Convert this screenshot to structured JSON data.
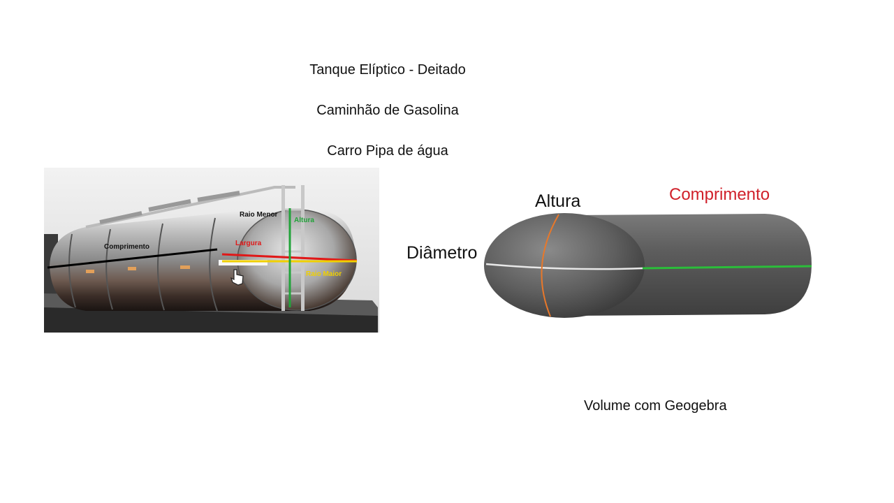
{
  "slide": {
    "title_line1": "Tanque Elíptico -  Deitado",
    "title_line2": "Caminhão de Gasolina",
    "title_line3": "Carro Pipa de água",
    "footer": "Volume com Geogebra"
  },
  "truck_photo": {
    "labels": {
      "comprimento": "Comprimento",
      "raio_menor": "Raio Menor",
      "altura": "Altura",
      "largura": "Largura",
      "raio_maior": "Raio Maior"
    }
  },
  "tank_3d": {
    "labels": {
      "altura": "Altura",
      "diametro": "Diâmetro",
      "comprimento": "Comprimento"
    }
  },
  "colors": {
    "red": "#d0202a",
    "green": "#22a33a",
    "yellow": "#f0d000",
    "orange": "#e8782a",
    "tank_gray": "#5a5a5a"
  }
}
